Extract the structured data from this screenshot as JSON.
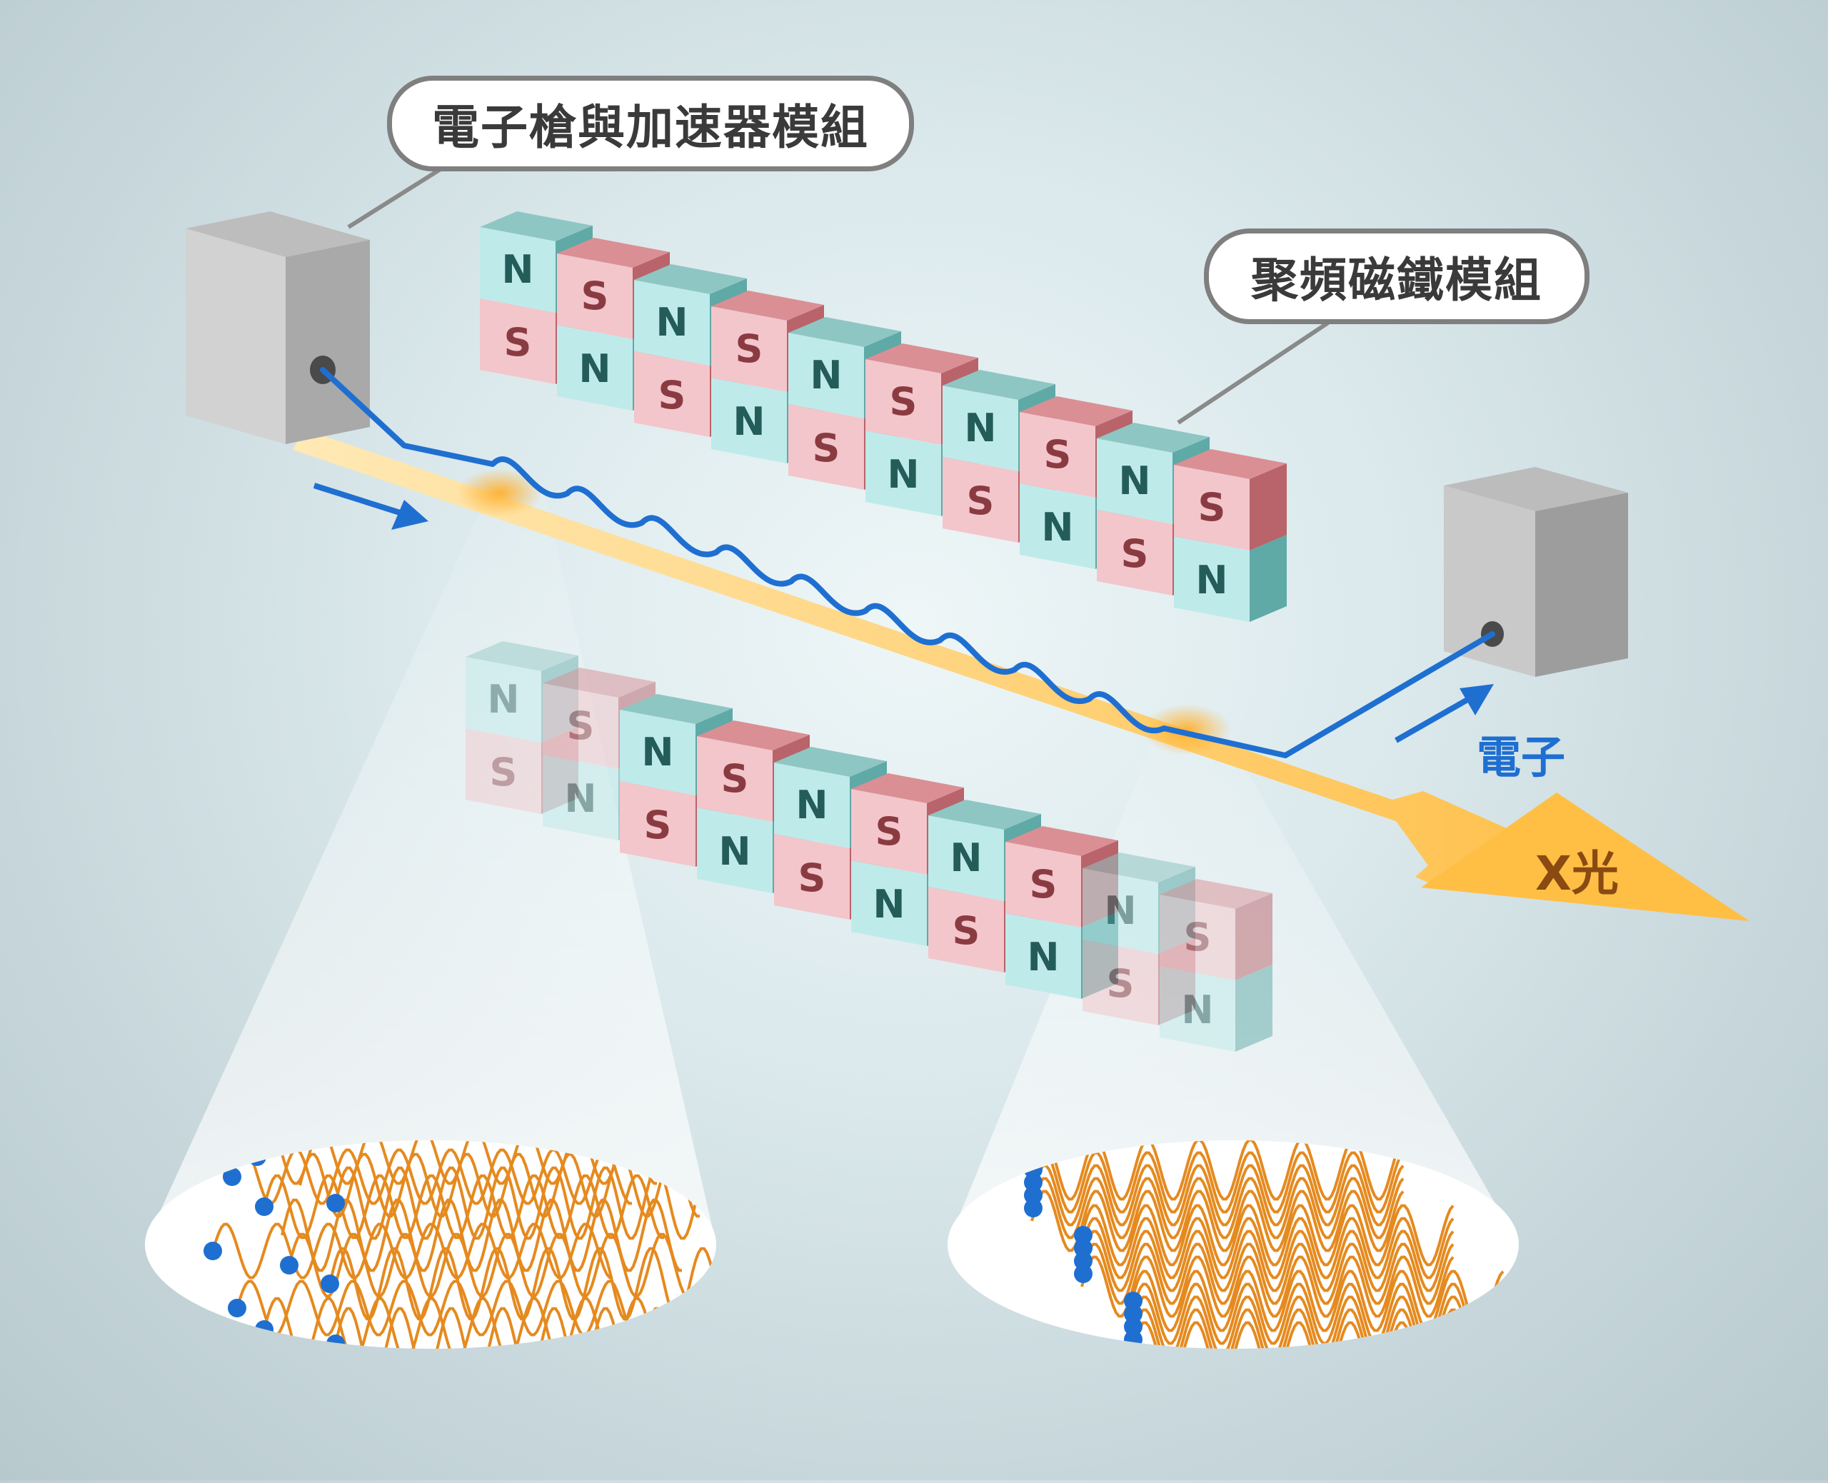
{
  "labels": {
    "gun_module": "電子槍與加速器模組",
    "magnet_module": "聚頻磁鐵模組",
    "electron": "電子",
    "xray": "X光"
  },
  "magnets": {
    "north": "N",
    "south": "S",
    "upper_row_top_poles": [
      "N",
      "S",
      "N",
      "S",
      "N",
      "S",
      "N",
      "S",
      "N",
      "S"
    ],
    "lower_row_top_poles": [
      "N",
      "S",
      "N",
      "S",
      "N",
      "S",
      "N",
      "S",
      "N",
      "S"
    ]
  },
  "colors": {
    "north_face": "#bfeaea",
    "north_top": "#8ec6c3",
    "north_side": "#5fa9a7",
    "south_face": "#f3c6cb",
    "south_top": "#da8f95",
    "south_side": "#b9636a",
    "electron": "#1f6fd1",
    "xray": "#ffc35a",
    "wave": "#e58a1f",
    "box": "#9a9a9a"
  },
  "icons": [
    "electron-gun-box",
    "beam-dump-box",
    "electron-flow-arrow-icon",
    "xray-arrow-icon"
  ]
}
